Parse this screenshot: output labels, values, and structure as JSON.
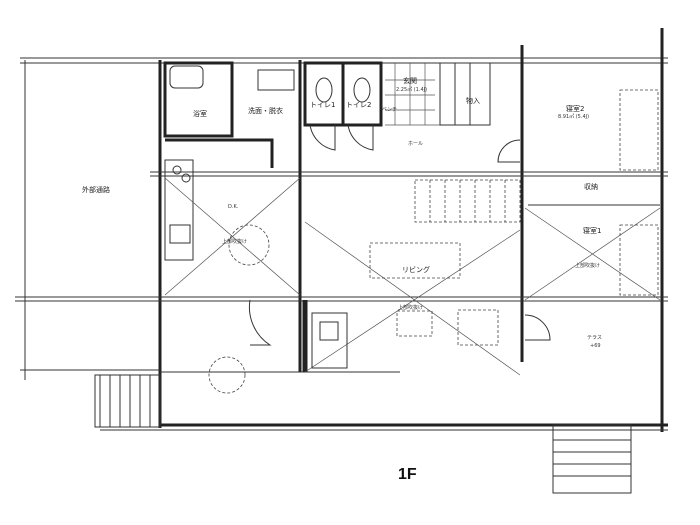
{
  "floor_label": "1F",
  "rooms": {
    "outdoor_passage": "外部通路",
    "bath": "浴室",
    "washroom": "洗面・脱衣",
    "toilet1": "トイレ1",
    "toilet2": "トイレ2",
    "entrance": "玄関",
    "entrance_area": "2.25㎡ (1.4J)",
    "bench": "ベンチ",
    "storage": "物入",
    "hall": "ホール",
    "bedroom2": "寝室2",
    "bedroom2_area": "8.91㎡ (5.4J)",
    "closet": "収納",
    "bedroom1": "寝室1",
    "dk": "D.K.",
    "living": "リビング",
    "terrace": "テラス",
    "terrace_level": "+69",
    "void_dk": "上部吹抜け",
    "void_living": "上部吹抜け",
    "void_bedroom": "上部吹抜け"
  }
}
